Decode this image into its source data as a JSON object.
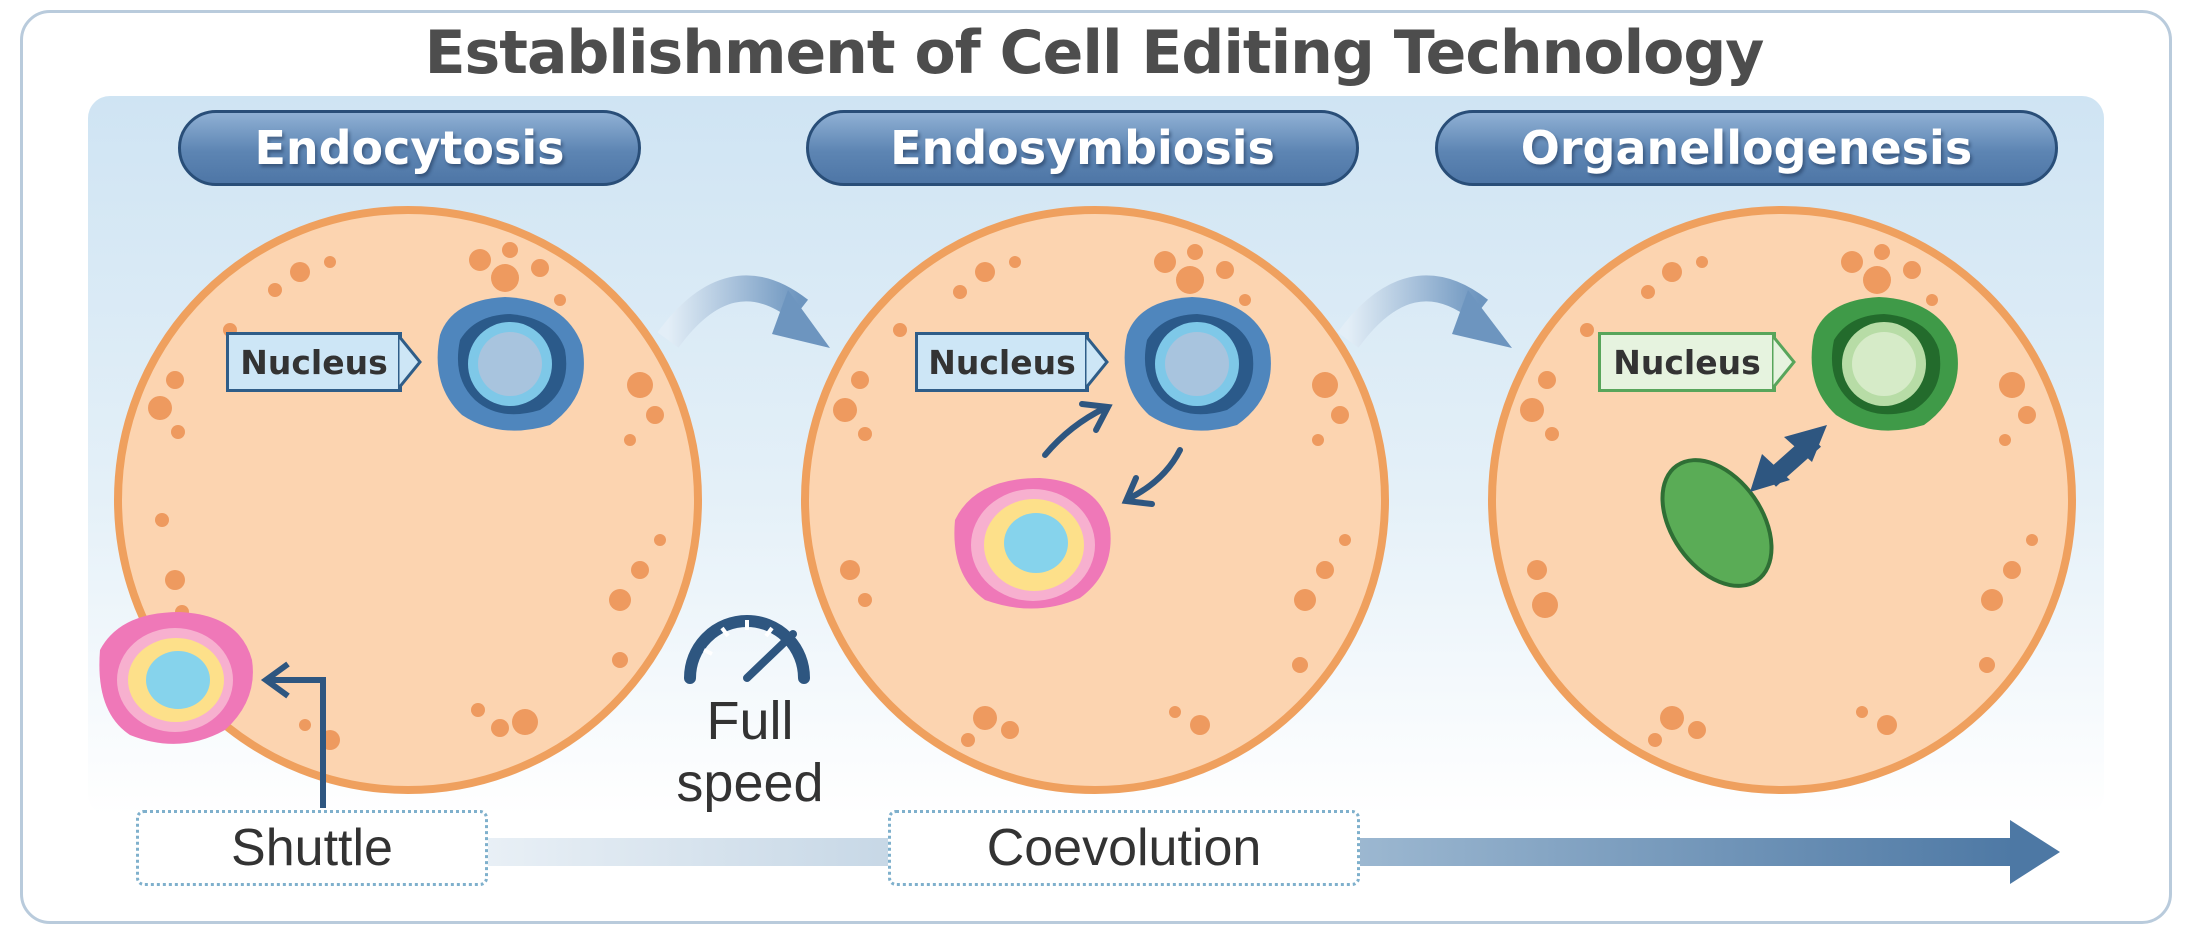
{
  "title": "Establishment of Cell Editing Technology",
  "stages": [
    {
      "label": "Endocytosis"
    },
    {
      "label": "Endosymbiosis"
    },
    {
      "label": "Organellogenesis"
    }
  ],
  "nucleus_label": "Nucleus",
  "speed_label_line1": "Full",
  "speed_label_line2": "speed",
  "timeline": {
    "start_label": "Shuttle",
    "mid_label": "Coevolution"
  },
  "colors": {
    "cell_fill": "#fcd4b0",
    "cell_border": "#efa05e",
    "granule": "#ee9a5f",
    "nucleus_blue": "#4f86bd",
    "nucleus_green": "#3f9a48",
    "organelle_green": "#5aac56",
    "symbiont_pink": "#ef78b8",
    "arrow_navy": "#2e5680"
  }
}
